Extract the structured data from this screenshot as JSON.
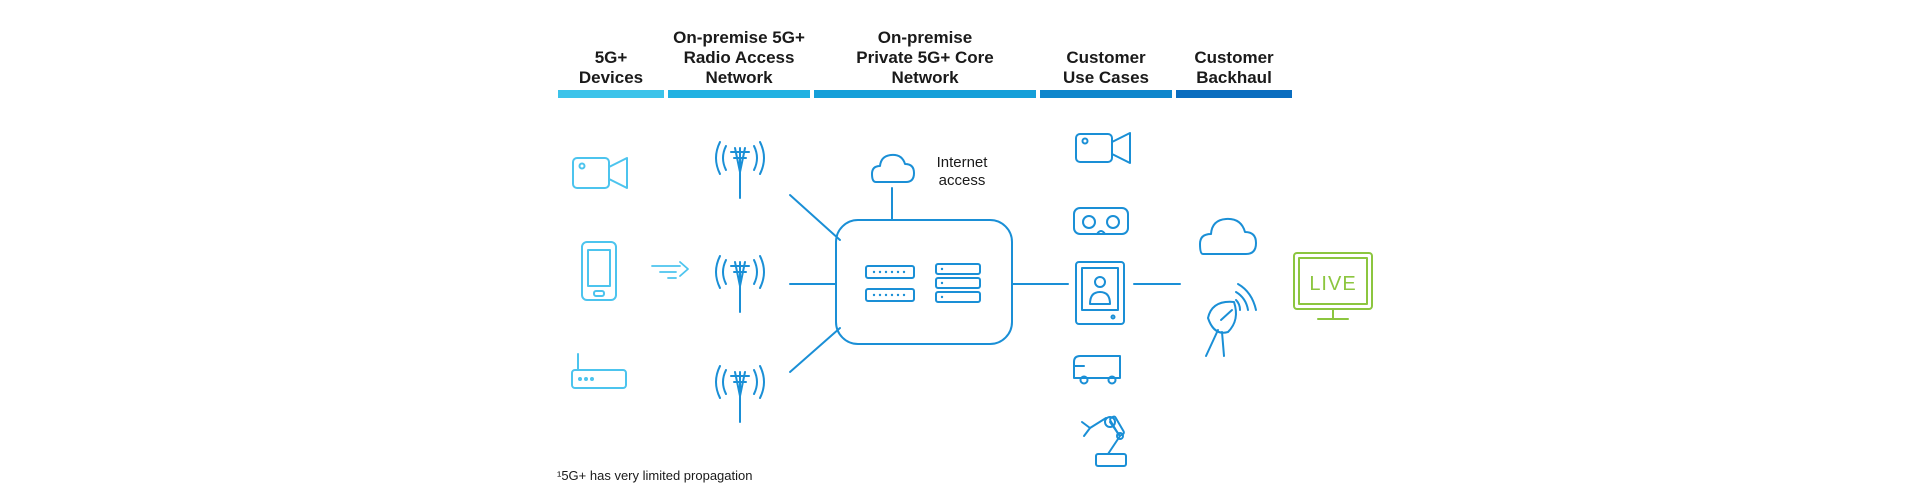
{
  "columns": [
    {
      "label": "5G+\nDevices",
      "color": "#3cc3ea"
    },
    {
      "label": "On-premise 5G+\nRadio Access\nNetwork",
      "color": "#21b1e2"
    },
    {
      "label": "On-premise\nPrivate 5G+ Core\nNetwork",
      "color": "#159fd9"
    },
    {
      "label": "Customer\nUse Cases",
      "color": "#0e86cc"
    },
    {
      "label": "Customer\nBackhaul",
      "color": "#0a6dbf"
    }
  ],
  "internet_label": "Internet\naccess",
  "footnote": "¹5G+ has very limited propagation",
  "live_label": "LIVE",
  "colors": {
    "device": "#4cc4ee",
    "network": "#1a8fd6",
    "live": "#8cc63f",
    "text": "#1a1a1a"
  },
  "icons": {
    "devices": [
      "video-camera-icon",
      "smartphone-icon",
      "router-icon"
    ],
    "ran": [
      "cell-tower-icon",
      "cell-tower-icon",
      "cell-tower-icon"
    ],
    "core": [
      "cloud-icon",
      "core-server-icon"
    ],
    "use_cases": [
      "video-camera-icon",
      "vr-headset-icon",
      "tablet-icon",
      "truck-icon",
      "robot-arm-icon"
    ],
    "backhaul": [
      "cloud-icon",
      "satellite-dish-icon",
      "live-tv-icon"
    ]
  }
}
